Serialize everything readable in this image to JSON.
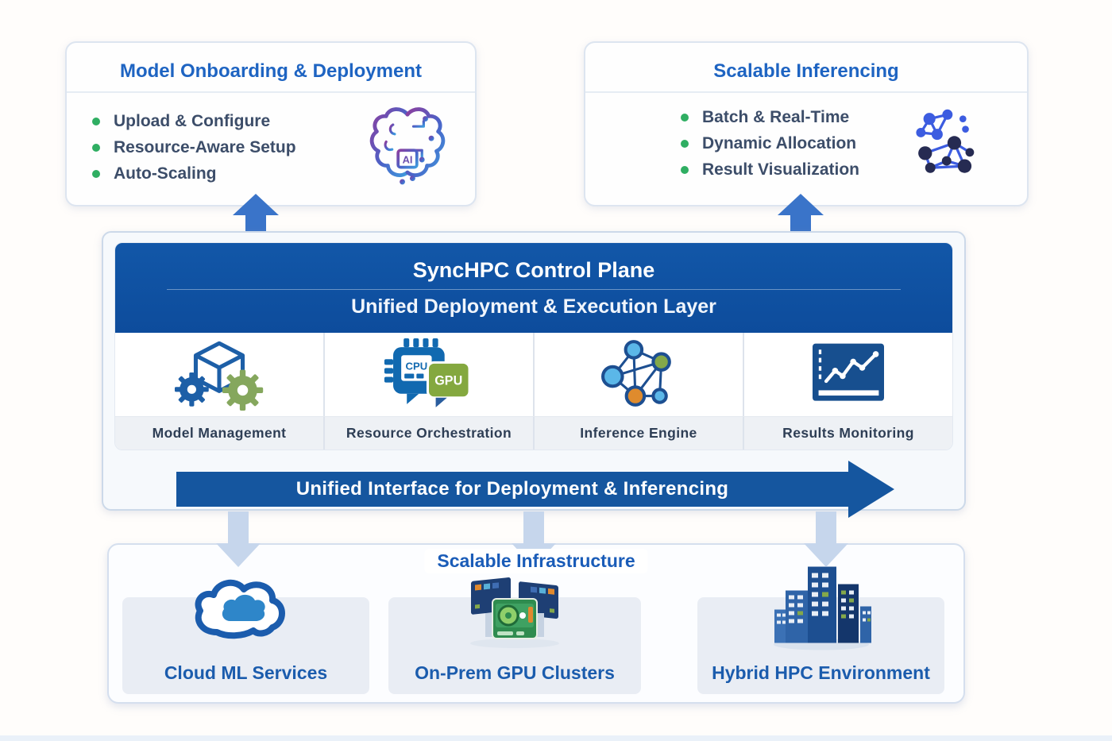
{
  "diagram": {
    "top_left": {
      "title": "Model Onboarding & Deployment",
      "items": [
        "Upload & Configure",
        "Resource-Aware Setup",
        "Auto-Scaling"
      ]
    },
    "top_right": {
      "title": "Scalable Inferencing",
      "items": [
        "Batch & Real-Time",
        "Dynamic Allocation",
        "Result Visualization"
      ]
    },
    "control_plane": {
      "title": "SyncHPC Control Plane",
      "subtitle": "Unified Deployment & Execution Layer",
      "modules": [
        "Model Management",
        "Resource Orchestration",
        "Inference Engine",
        "Results Monitoring"
      ],
      "banner": "Unified Interface for Deployment & Inferencing"
    },
    "infrastructure": {
      "title": "Scalable Infrastructure",
      "nodes": [
        "Cloud ML Services",
        "On-Prem GPU Clusters",
        "Hybrid HPC Environment"
      ]
    },
    "icon_labels": {
      "cpu": "CPU",
      "gpu": "GPU",
      "ai": "AI"
    },
    "colors": {
      "header_blue": "#0f51a1",
      "banner_blue": "#15569f",
      "accent_blue": "#1e64c2",
      "label_navy": "#2e3e55",
      "bullet_green": "#2fae62",
      "up_arrow_blue": "#3a74c9",
      "down_arrow_light_blue": "#c6d6ec"
    }
  }
}
